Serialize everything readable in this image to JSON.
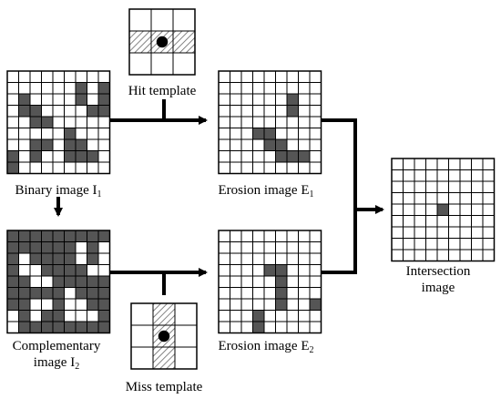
{
  "colors": {
    "filled": "#555555",
    "grid_line": "#000000",
    "arrow": "#000000",
    "hatch": "#666666"
  },
  "labels": {
    "hit_template": "Hit template",
    "miss_template": "Miss template",
    "binary_image": {
      "text": "Binary image I",
      "subscript": "1"
    },
    "complementary_image": {
      "line1": "Complementary",
      "line2_text": "image I",
      "line2_subscript": "2"
    },
    "erosion_e1": {
      "text": "Erosion image E",
      "subscript": "1"
    },
    "erosion_e2": {
      "text": "Erosion image E",
      "subscript": "2"
    },
    "intersection": {
      "line1": "Intersection",
      "line2": "image"
    }
  },
  "grids": {
    "binary_image": [
      "000000000",
      "000000101",
      "010000101",
      "011000011",
      "001100000",
      "000001000",
      "001101100",
      "101001110",
      "100000000"
    ],
    "complementary_image": [
      "111111111",
      "111111010",
      "101111010",
      "100111100",
      "110011111",
      "111110111",
      "110010011",
      "010110001",
      "011111111"
    ],
    "erosion_e1": [
      "000000000",
      "000000000",
      "000000100",
      "000000100",
      "000000000",
      "000110000",
      "000011000",
      "000001110",
      "000000000"
    ],
    "erosion_e2": [
      "000000000",
      "000000000",
      "000000000",
      "000011000",
      "000001000",
      "000001000",
      "000001001",
      "000100000",
      "000100000"
    ],
    "intersection": [
      "000000000",
      "000000000",
      "000000000",
      "000000000",
      "000010000",
      "000000000",
      "000000000",
      "000000000",
      "000000000"
    ],
    "hit_template": {
      "cells": [
        "000",
        "222",
        "000"
      ],
      "center_dot": true
    },
    "miss_template": {
      "cells": [
        "020",
        "020",
        "020"
      ],
      "center_dot": true
    }
  }
}
